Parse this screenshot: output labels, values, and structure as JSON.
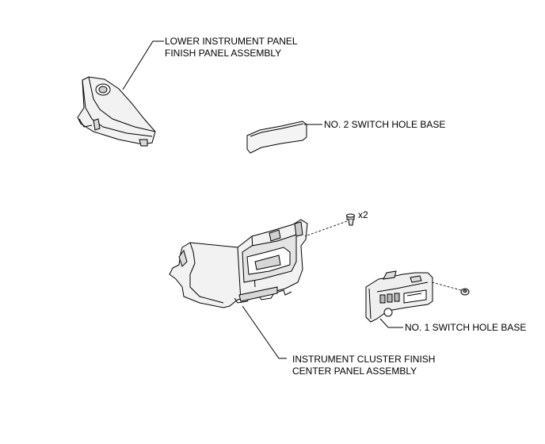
{
  "labels": {
    "lower_panel_line1": "LOWER INSTRUMENT PANEL",
    "lower_panel_line2": "FINISH PANEL ASSEMBLY",
    "no2_switch_hole_base": "NO. 2 SWITCH HOLE BASE",
    "screw_qty": "x2",
    "no1_switch_hole_base": "NO. 1 SWITCH HOLE BASE",
    "center_panel_line1": "INSTRUMENT CLUSTER FINISH",
    "center_panel_line2": "CENTER PANEL ASSEMBLY"
  }
}
